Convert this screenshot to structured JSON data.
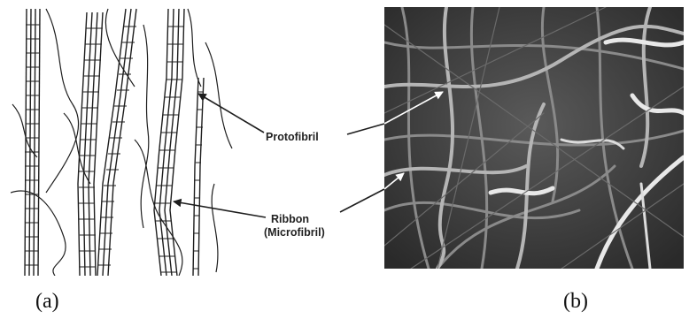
{
  "labels": {
    "protofibril": "Protofibril",
    "ribbon": "Ribbon",
    "microfibril": "(Microfibril)"
  },
  "captions": {
    "a": "(a)",
    "b": "(b)"
  },
  "panels": {
    "a_icon": "schematic-fibril-drawing",
    "b_icon": "sem-micrograph-fibers"
  },
  "colors": {
    "ink": "#222222",
    "micrograph_bg": "#3c3c3c",
    "fiber_light": "#e8e8e8"
  }
}
